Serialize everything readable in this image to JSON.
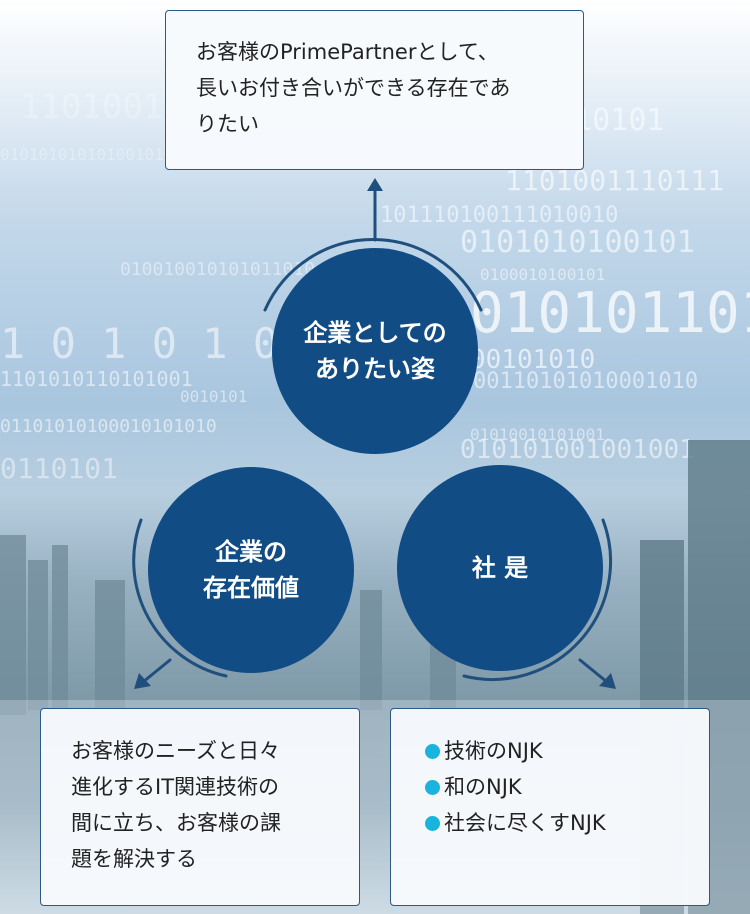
{
  "goal": {
    "text_lines": [
      "お客様のPrimePartnerとして、",
      "長いお付き合いができる存在であ",
      "りたい"
    ]
  },
  "circles": {
    "top": {
      "lines": [
        "企業としての",
        "ありたい姿"
      ]
    },
    "left": {
      "lines": [
        "企業の",
        "存在価値"
      ]
    },
    "right": {
      "lines": [
        "社 是"
      ]
    }
  },
  "value_box": {
    "text_lines": [
      "お客様のニーズと日々",
      "進化するIT関連技術の",
      "間に立ち、お客様の課",
      "題を解決する"
    ]
  },
  "motto_box": {
    "items": [
      "技術のNJK",
      "和のNJK",
      "社会に尽くすNJK"
    ]
  },
  "colors": {
    "circle": "#114c84",
    "arrow": "#1f4f7d",
    "bullet": "#19b3de",
    "box_border": "#2a5a86"
  }
}
